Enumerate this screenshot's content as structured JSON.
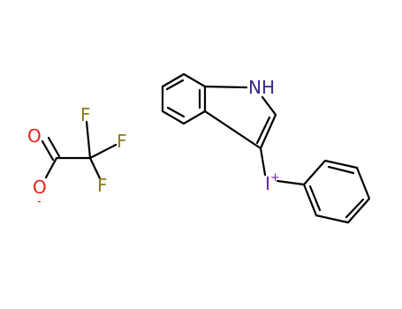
{
  "molecules": {
    "trifluoroacetate": {
      "atoms": {
        "O_carbonyl": "O",
        "O_anion": "O",
        "anion_charge": "-",
        "F1": "F",
        "F2": "F",
        "F3": "F"
      }
    },
    "indolyl_phenyl_iodonium": {
      "atoms": {
        "NH": "NH",
        "I": "I",
        "cation_charge": "+"
      }
    }
  },
  "colors": {
    "bond": "#000000",
    "oxygen": "#e8211b",
    "fluorine": "#8a7a1e",
    "nitrogen": "#3a2590",
    "iodine": "#6b1fa0"
  }
}
